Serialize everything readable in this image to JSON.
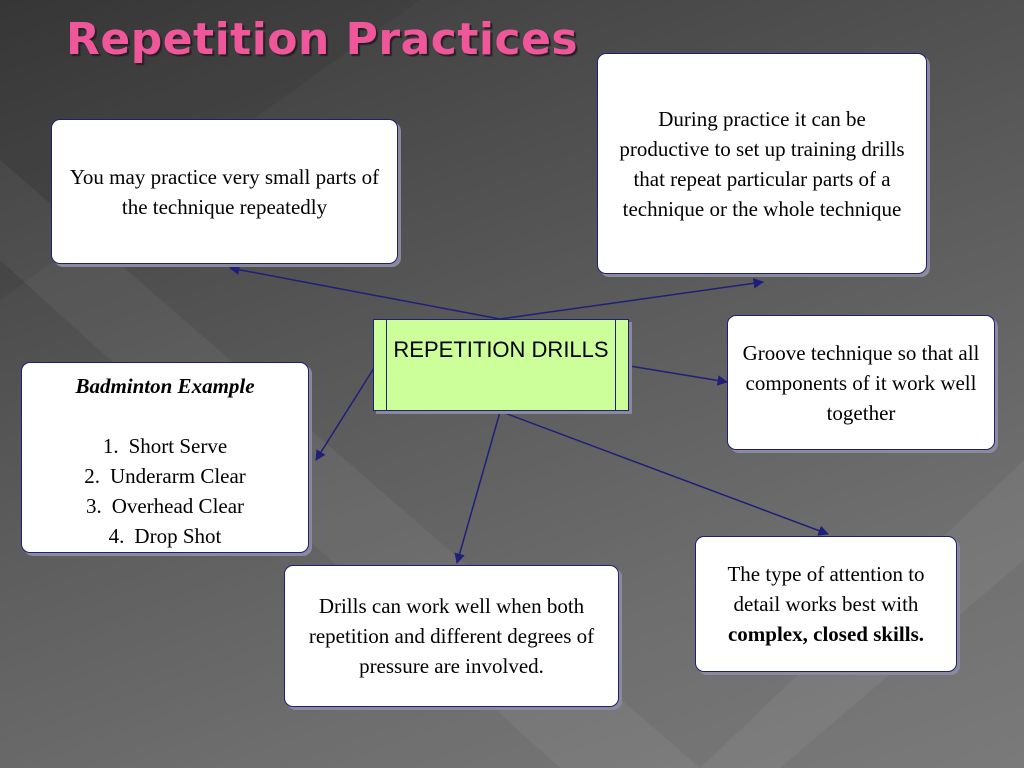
{
  "title": "Repetition Practices",
  "center_node": {
    "label": "REPETITION DRILLS"
  },
  "nodes": {
    "top_left": "You may practice very small parts of the technique repeatedly",
    "top_right": "During practice it can be productive to set up training drills that repeat particular parts of a technique or the whole technique",
    "right": "Groove technique so that all components of it work well together",
    "bottom": "Drills can work well when both repetition and different degrees of pressure are involved.",
    "bottom_right": {
      "text": "The type of attention to detail works best with",
      "emphasis": "complex, closed skills."
    },
    "badminton": {
      "heading": "Badminton Example",
      "items": [
        {
          "number": "1.",
          "label": "Short Serve"
        },
        {
          "number": "2.",
          "label": "Underarm Clear"
        },
        {
          "number": "3.",
          "label": "Overhead Clear"
        },
        {
          "number": "4.",
          "label": "Drop Shot"
        }
      ]
    }
  },
  "colors": {
    "title": "#f0569a",
    "center_fill": "#ccff99",
    "border": "#1f1f7a",
    "arrow": "#1f1f7a"
  }
}
